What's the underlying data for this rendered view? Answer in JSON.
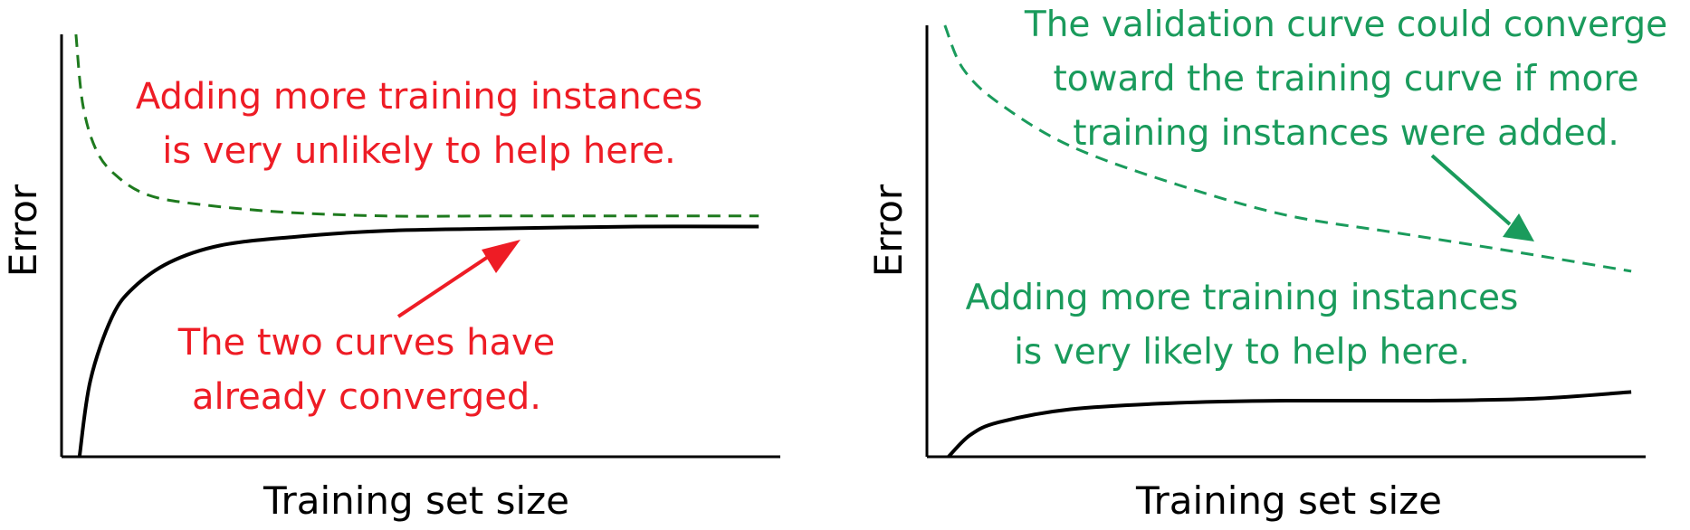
{
  "colors": {
    "red": "#ee1c25",
    "dark_green": "#1e7a1e",
    "teal_green": "#1a9b5c",
    "black": "#000000"
  },
  "chart_data": [
    {
      "type": "line",
      "xlabel": "Training set size",
      "ylabel": "Error",
      "grid": false,
      "legend": "none",
      "series": [
        {
          "role": "validation",
          "style": "dashed",
          "color": "#1e7a1e",
          "points": [
            [
              0.02,
              1.0
            ],
            [
              0.03,
              0.83
            ],
            [
              0.05,
              0.72
            ],
            [
              0.08,
              0.66
            ],
            [
              0.12,
              0.62
            ],
            [
              0.18,
              0.6
            ],
            [
              0.3,
              0.58
            ],
            [
              0.45,
              0.57
            ],
            [
              0.6,
              0.57
            ],
            [
              0.8,
              0.57
            ],
            [
              0.97,
              0.57
            ]
          ]
        },
        {
          "role": "training",
          "style": "solid",
          "color": "#000000",
          "points": [
            [
              0.025,
              0.0
            ],
            [
              0.04,
              0.18
            ],
            [
              0.07,
              0.33
            ],
            [
              0.1,
              0.4
            ],
            [
              0.15,
              0.46
            ],
            [
              0.22,
              0.5
            ],
            [
              0.32,
              0.52
            ],
            [
              0.45,
              0.535
            ],
            [
              0.6,
              0.54
            ],
            [
              0.8,
              0.545
            ],
            [
              0.97,
              0.545
            ]
          ]
        }
      ],
      "annotations": [
        {
          "lines": [
            "Adding more training instances",
            "is very unlikely to help here."
          ],
          "color": "#ee1c25"
        },
        {
          "lines": [
            "The two curves have",
            "already converged."
          ],
          "color": "#ee1c25"
        }
      ]
    },
    {
      "type": "line",
      "xlabel": "Training set size",
      "ylabel": "Error",
      "grid": false,
      "legend": "none",
      "series": [
        {
          "role": "validation",
          "style": "dashed",
          "color": "#1a9b5c",
          "points": [
            [
              0.025,
              1.0
            ],
            [
              0.05,
              0.9
            ],
            [
              0.1,
              0.82
            ],
            [
              0.2,
              0.72
            ],
            [
              0.35,
              0.63
            ],
            [
              0.5,
              0.56
            ],
            [
              0.65,
              0.52
            ],
            [
              0.8,
              0.48
            ],
            [
              0.98,
              0.43
            ]
          ]
        },
        {
          "role": "training",
          "style": "solid",
          "color": "#000000",
          "points": [
            [
              0.03,
              0.0
            ],
            [
              0.06,
              0.05
            ],
            [
              0.1,
              0.08
            ],
            [
              0.2,
              0.11
            ],
            [
              0.35,
              0.125
            ],
            [
              0.5,
              0.13
            ],
            [
              0.7,
              0.13
            ],
            [
              0.85,
              0.135
            ],
            [
              0.98,
              0.15
            ]
          ]
        }
      ],
      "annotations": [
        {
          "lines": [
            "The validation curve could converge",
            "toward the training curve if more",
            "training instances were added."
          ],
          "color": "#1a9b5c"
        },
        {
          "lines": [
            "Adding more training instances",
            "is very likely to help here."
          ],
          "color": "#1a9b5c"
        }
      ]
    }
  ]
}
